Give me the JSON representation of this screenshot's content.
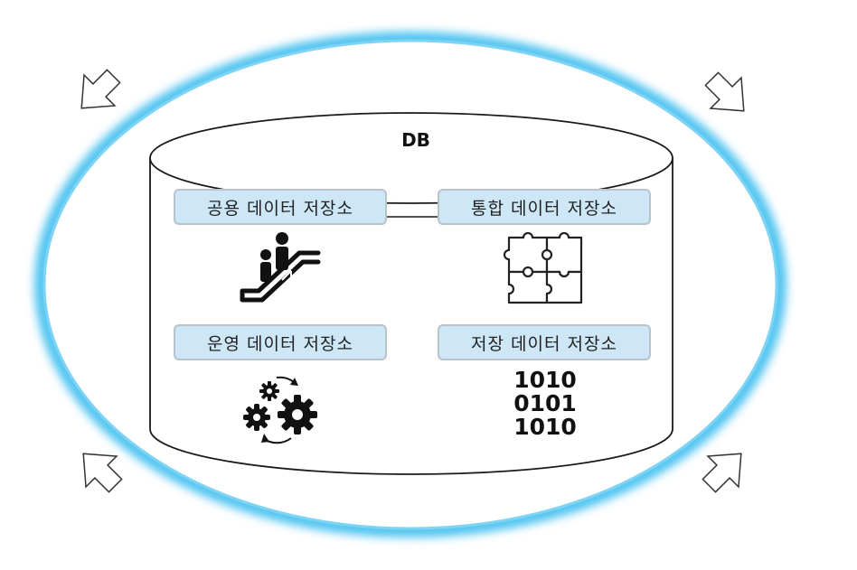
{
  "db": {
    "title": "DB"
  },
  "stores": {
    "shared": {
      "label": "공용 데이터 저장소",
      "icon": "escalator-icon"
    },
    "integrated": {
      "label": "통합 데이터 저장소",
      "icon": "puzzle-icon"
    },
    "operational": {
      "label": "운영 데이터 저장소",
      "icon": "gears-icon"
    },
    "storage": {
      "label": "저장 데이터 저장소",
      "icon": "binary-icon"
    }
  },
  "binary": {
    "lines": [
      "1010",
      "0101",
      "1010"
    ]
  },
  "colors": {
    "glow": "#4ec3f0",
    "label_fill": "#cde7f6",
    "label_border": "#b9c3cb"
  }
}
